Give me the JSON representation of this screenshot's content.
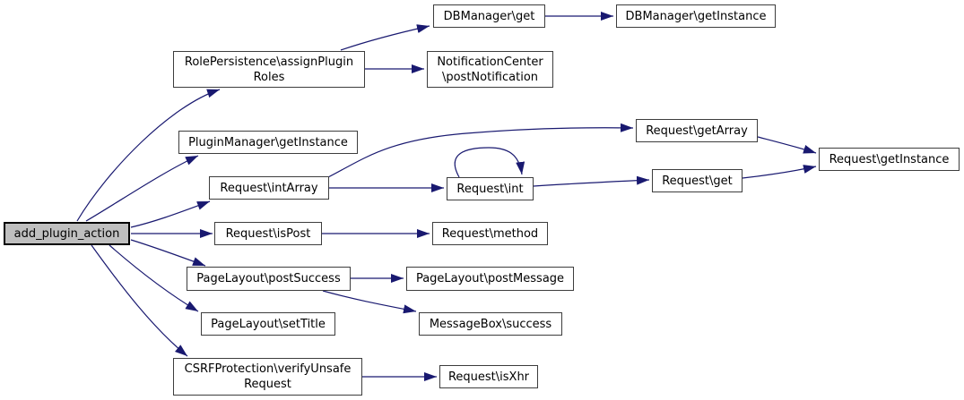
{
  "graph": {
    "kind": "call-graph",
    "colors": {
      "edge": "#191970",
      "node_fill": "#ffffff",
      "node_border": "#3d3d3d",
      "highlight_fill": "#bfbfbf",
      "highlight_border": "#000000",
      "background": "#ffffff"
    },
    "nodes": {
      "add_plugin_action": {
        "lines": [
          "add_plugin_action"
        ]
      },
      "role_assign_plugin_roles": {
        "lines": [
          "RolePersistence\\assignPlugin",
          "Roles"
        ]
      },
      "dbmanager_get": {
        "lines": [
          "DBManager\\get"
        ]
      },
      "dbmanager_getinstance": {
        "lines": [
          "DBManager\\getInstance"
        ]
      },
      "notificationcenter_postnotification": {
        "lines": [
          "NotificationCenter",
          "\\postNotification"
        ]
      },
      "pluginmanager_getinstance": {
        "lines": [
          "PluginManager\\getInstance"
        ]
      },
      "request_intarray": {
        "lines": [
          "Request\\intArray"
        ]
      },
      "request_getarray": {
        "lines": [
          "Request\\getArray"
        ]
      },
      "request_getinstance": {
        "lines": [
          "Request\\getInstance"
        ]
      },
      "request_int": {
        "lines": [
          "Request\\int"
        ]
      },
      "request_get": {
        "lines": [
          "Request\\get"
        ]
      },
      "request_ispost": {
        "lines": [
          "Request\\isPost"
        ]
      },
      "request_method": {
        "lines": [
          "Request\\method"
        ]
      },
      "pagelayout_postsuccess": {
        "lines": [
          "PageLayout\\postSuccess"
        ]
      },
      "pagelayout_postmessage": {
        "lines": [
          "PageLayout\\postMessage"
        ]
      },
      "pagelayout_settitle": {
        "lines": [
          "PageLayout\\setTitle"
        ]
      },
      "messagebox_success": {
        "lines": [
          "MessageBox\\success"
        ]
      },
      "csrf_verify_unsafe_request": {
        "lines": [
          "CSRFProtection\\verifyUnsafe",
          "Request"
        ]
      },
      "request_isxhr": {
        "lines": [
          "Request\\isXhr"
        ]
      }
    },
    "edges": [
      {
        "from": "add_plugin_action",
        "to": "role_assign_plugin_roles"
      },
      {
        "from": "add_plugin_action",
        "to": "pluginmanager_getinstance"
      },
      {
        "from": "add_plugin_action",
        "to": "request_intarray"
      },
      {
        "from": "add_plugin_action",
        "to": "request_ispost"
      },
      {
        "from": "add_plugin_action",
        "to": "pagelayout_postsuccess"
      },
      {
        "from": "add_plugin_action",
        "to": "pagelayout_settitle"
      },
      {
        "from": "add_plugin_action",
        "to": "csrf_verify_unsafe_request"
      },
      {
        "from": "role_assign_plugin_roles",
        "to": "dbmanager_get"
      },
      {
        "from": "role_assign_plugin_roles",
        "to": "notificationcenter_postnotification"
      },
      {
        "from": "dbmanager_get",
        "to": "dbmanager_getinstance"
      },
      {
        "from": "request_intarray",
        "to": "request_int"
      },
      {
        "from": "request_intarray",
        "to": "request_getarray"
      },
      {
        "from": "request_int",
        "to": "request_int"
      },
      {
        "from": "request_int",
        "to": "request_get"
      },
      {
        "from": "request_getarray",
        "to": "request_getinstance"
      },
      {
        "from": "request_get",
        "to": "request_getinstance"
      },
      {
        "from": "request_ispost",
        "to": "request_method"
      },
      {
        "from": "pagelayout_postsuccess",
        "to": "pagelayout_postmessage"
      },
      {
        "from": "pagelayout_postsuccess",
        "to": "messagebox_success"
      },
      {
        "from": "csrf_verify_unsafe_request",
        "to": "request_isxhr"
      }
    ]
  }
}
